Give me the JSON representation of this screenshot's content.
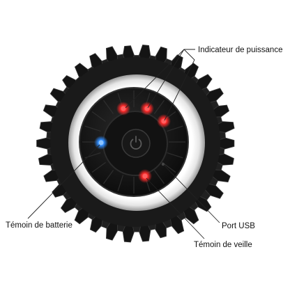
{
  "product": {
    "name": "massage-ball-product",
    "colors": {
      "body": "#161616",
      "ring": "#ffffff",
      "led_red": "#ff2a2a",
      "led_blue": "#2e8cff",
      "line": "#222222"
    },
    "icons": [
      "power-icon"
    ]
  },
  "annotations": {
    "power_indicator": "Indicateur de puissance",
    "battery_indicator": "Témoin de batterie",
    "usb_port": "Port USB",
    "standby_indicator": "Témoin de veille"
  }
}
